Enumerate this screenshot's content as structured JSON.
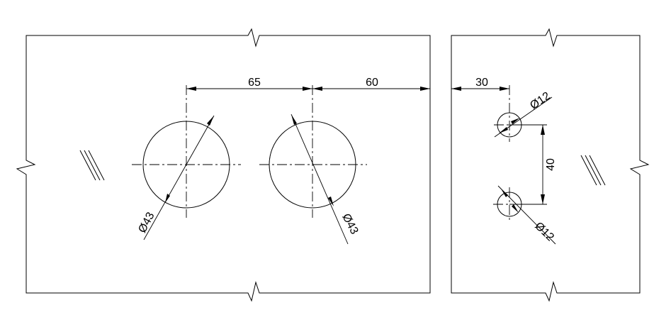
{
  "dimensions": {
    "d65": "65",
    "d60": "60",
    "d30": "30",
    "d40": "40",
    "dia43_left": "Ø43",
    "dia43_right": "Ø43",
    "dia12_top": "Ø12",
    "dia12_bottom": "Ø12"
  },
  "colors": {
    "line": "#000000",
    "background": "#ffffff"
  }
}
